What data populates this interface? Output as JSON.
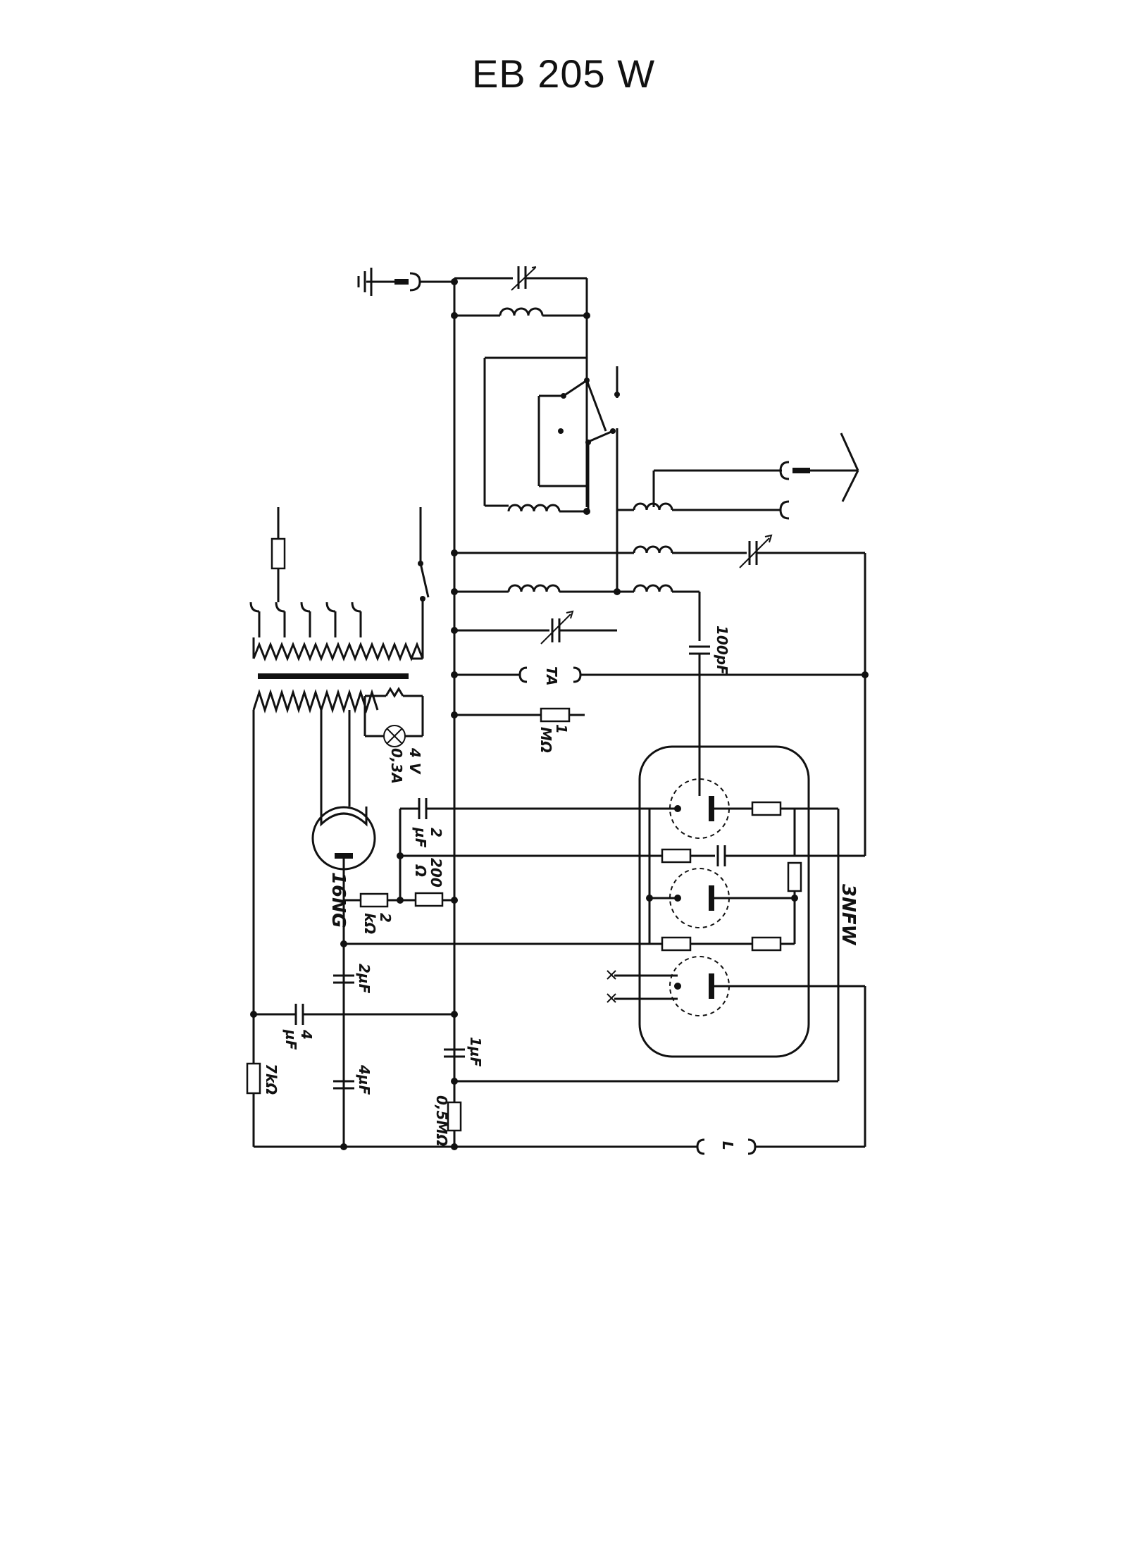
{
  "title": "EB 205 W",
  "labels": {
    "c_100pf": "100pF",
    "ta": "TA",
    "r_1mohm_a": "1",
    "r_1mohm_b": "MΩ",
    "lamp_v": "4 V",
    "lamp_a": "0,3A",
    "c_2uf_a": "2",
    "c_2uf_b": "µF",
    "r_200_a": "200",
    "r_200_b": "Ω",
    "r_2k_a": "2",
    "r_2k_b": "kΩ",
    "rectifier": "16NG",
    "tube": "3NFW",
    "c_2uf_filter": "2µF",
    "c_4uf_a": "4",
    "c_4uf_b": "µF",
    "c_4uf_filter": "4µF",
    "r_7k": "7kΩ",
    "c_1uf": "1µF",
    "r_05m": "0,5MΩ",
    "loudspeaker": "L"
  }
}
